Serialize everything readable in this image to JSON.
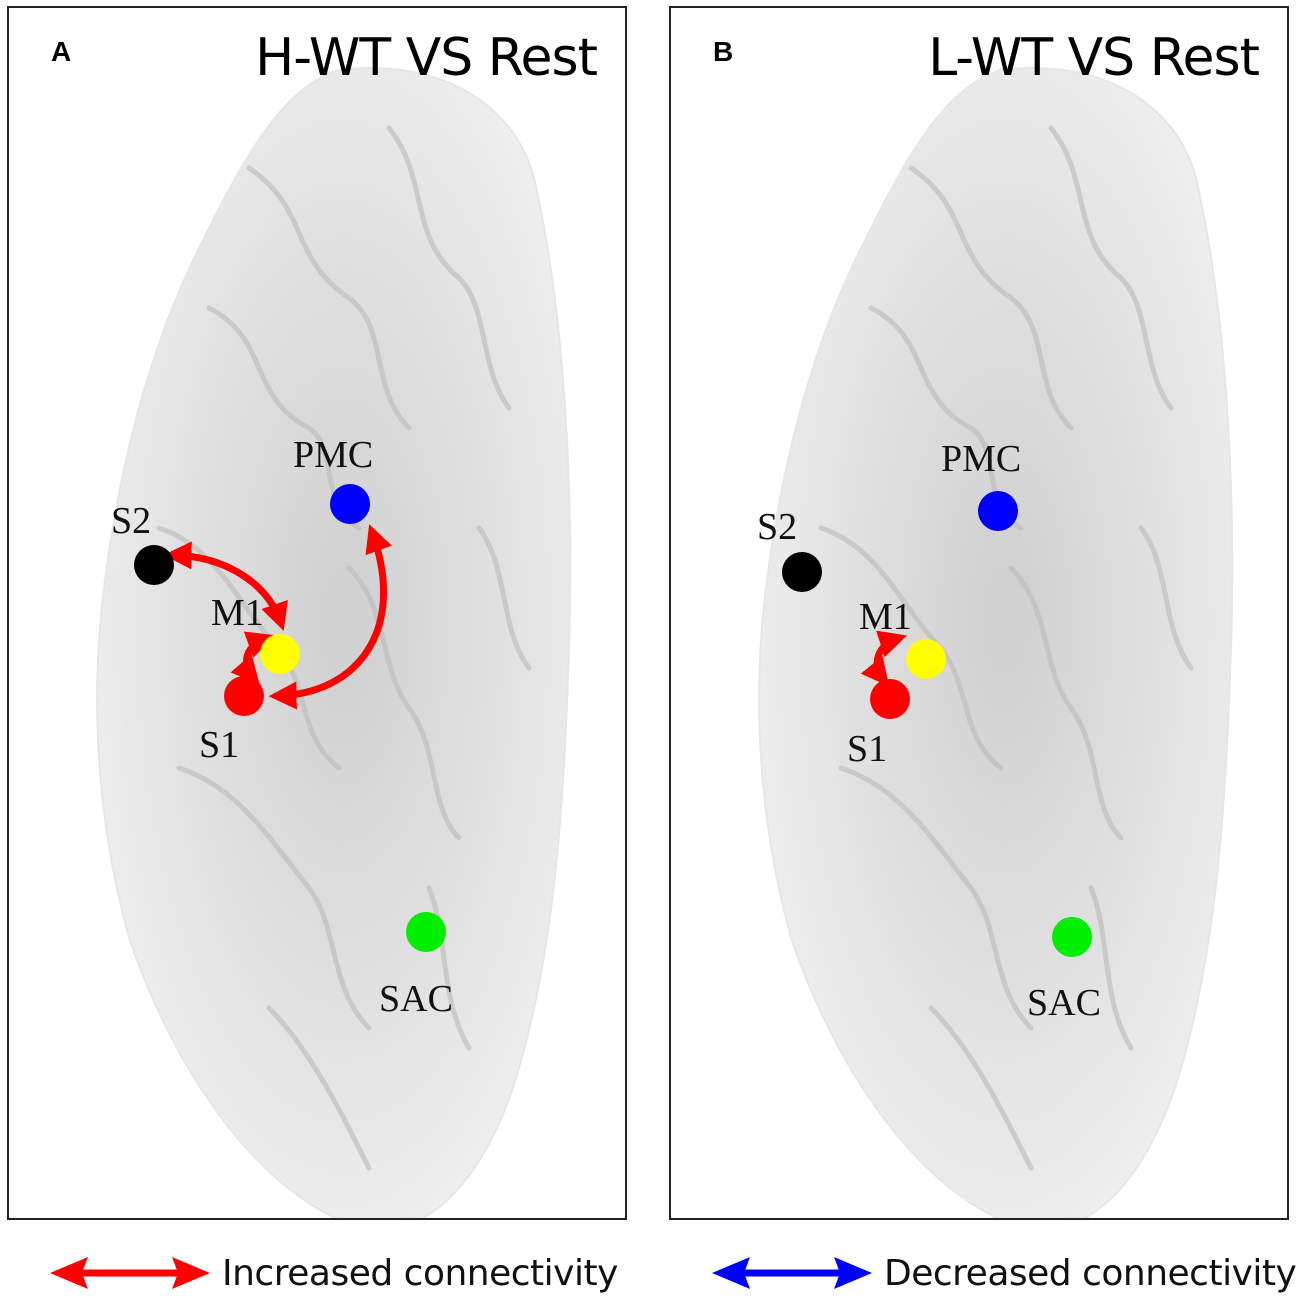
{
  "panels": [
    {
      "letter": "A",
      "title": "H-WT VS Rest",
      "nodes": {
        "pmc": {
          "label": "PMC",
          "color": "#0000ff"
        },
        "s2": {
          "label": "S2",
          "color": "#000000"
        },
        "m1": {
          "label": "M1",
          "color": "#ffff00"
        },
        "s1": {
          "label": "S1",
          "color": "#ff0000"
        },
        "sac": {
          "label": "SAC",
          "color": "#00ee00"
        }
      },
      "connections": [
        {
          "from": "S1",
          "to": "M1",
          "type": "increased"
        },
        {
          "from": "M1",
          "to": "S2",
          "type": "increased"
        },
        {
          "from": "S1",
          "to": "PMC",
          "type": "increased"
        }
      ]
    },
    {
      "letter": "B",
      "title": "L-WT VS Rest",
      "nodes": {
        "pmc": {
          "label": "PMC",
          "color": "#0000ff"
        },
        "s2": {
          "label": "S2",
          "color": "#000000"
        },
        "m1": {
          "label": "M1",
          "color": "#ffff00"
        },
        "s1": {
          "label": "S1",
          "color": "#ff0000"
        },
        "sac": {
          "label": "SAC",
          "color": "#00ee00"
        }
      },
      "connections": [
        {
          "from": "S1",
          "to": "M1",
          "type": "increased"
        }
      ]
    }
  ],
  "legend": {
    "increased": {
      "label": "Increased connectivity",
      "color": "#ff0000"
    },
    "decreased": {
      "label": "Decreased connectivity",
      "color": "#0000ff"
    }
  }
}
